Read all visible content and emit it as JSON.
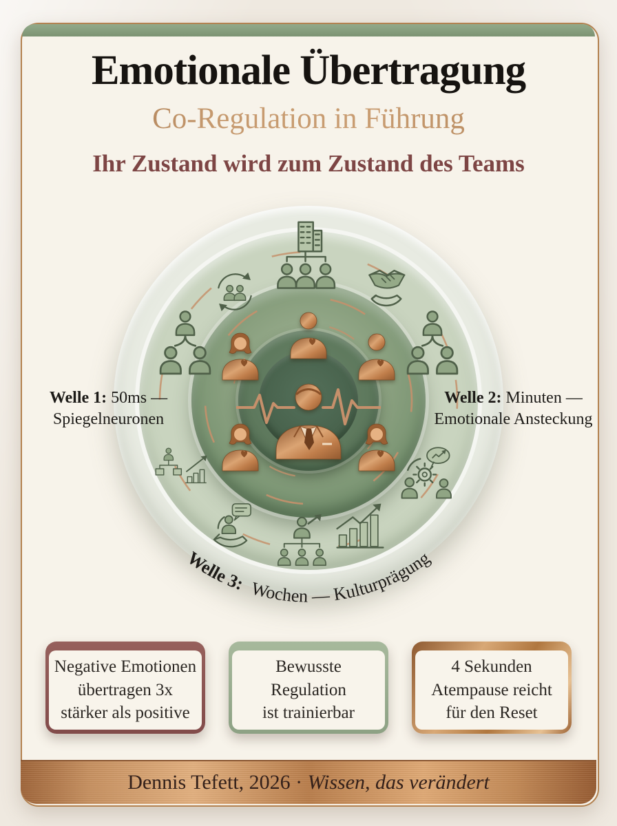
{
  "header": {
    "title": "Emotionale Übertragung",
    "subtitle": "Co-Regulation in Führung",
    "tagline": "Ihr Zustand wird zum Zustand des Teams"
  },
  "diagram": {
    "waves": {
      "wave1": {
        "bold": "Welle 1:",
        "rest": "50ms —",
        "line2": "Spiegelneuronen"
      },
      "wave2": {
        "bold": "Welle 2:",
        "rest": "Minuten —",
        "line2": "Emotionale Ansteckung"
      },
      "wave3": {
        "bold": "Welle 3:",
        "rest": "Wochen — Kulturprägung"
      }
    },
    "ring_icons": [
      "org-building-team",
      "people-exchange-cycle",
      "handshake-support",
      "team-hierarchy-left",
      "team-hierarchy-right",
      "orgchart-growth",
      "mentoring-hand",
      "leader-growth-team",
      "bar-chart-growth",
      "people-process-gear"
    ],
    "center_icons": [
      "leader-heartbeat",
      "man-heart-top",
      "woman-heart-upper-left",
      "man-heart-upper-right",
      "woman-heart-lower-left",
      "woman-heart-lower-right"
    ]
  },
  "takeaways": [
    {
      "accent": "#8a5150",
      "lines": [
        "Negative Emotionen",
        "übertragen 3x",
        "stärker als positive"
      ]
    },
    {
      "accent": "#9db394",
      "lines": [
        "Bewusste",
        "Regulation",
        "ist trainierbar"
      ]
    },
    {
      "accent": "#c18a5a",
      "lines": [
        "4 Sekunden",
        "Atempause reicht",
        "für den Reset"
      ]
    }
  ],
  "footer": {
    "credit": "Dennis Tefett, 2026",
    "separator": "·",
    "motto": "Wissen, das verändert"
  },
  "colors": {
    "maroon": "#8a5150",
    "sage": "#9db394",
    "copper": "#c18a5a",
    "ring_green": "#7e9478",
    "title": "#161310",
    "tagline": "#7d4544",
    "background": "#efe9e0"
  }
}
